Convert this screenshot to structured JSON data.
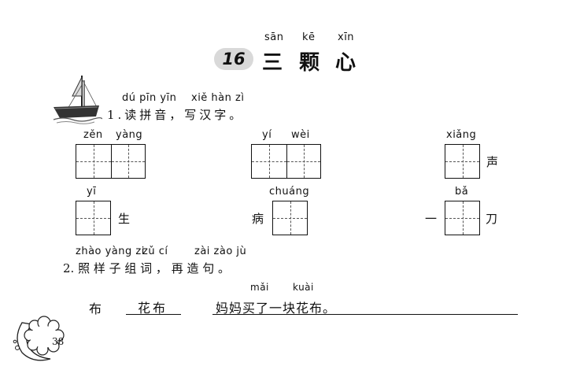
{
  "lesson": {
    "number": "16",
    "title_chars": [
      "三",
      "颗",
      "心"
    ],
    "title_pinyin": [
      "sān",
      "kē",
      "xīn"
    ]
  },
  "section1": {
    "heading_pinyin": [
      "dú pīn yīn",
      "xiě hàn zì"
    ],
    "heading": "1.读拼音，写汉字。",
    "items": {
      "zenyang_pinyin": [
        "zěn",
        "yàng"
      ],
      "yiwei_pinyin": [
        "yí",
        "wèi"
      ],
      "xiang_pinyin": "xiǎng",
      "xiang_suffix": "声",
      "yi_pinyin": "yī",
      "yi_suffix": "生",
      "chuang_pinyin": "chuáng",
      "chuang_prefix": "病",
      "ba_pinyin": "bǎ",
      "ba_prefix": "一",
      "ba_suffix": "刀"
    }
  },
  "section2": {
    "heading_pinyin": [
      "zhào yàng zi",
      "zǔ cí",
      "zài zào jù"
    ],
    "heading": "2. 照  样 子 组 词 ， 再 造 句 。",
    "example": {
      "char": "布",
      "word": "花布",
      "sentence_pinyin": [
        "mǎi",
        "kuài"
      ],
      "sentence": "妈妈买了一块花布。"
    }
  },
  "page_number": "38"
}
